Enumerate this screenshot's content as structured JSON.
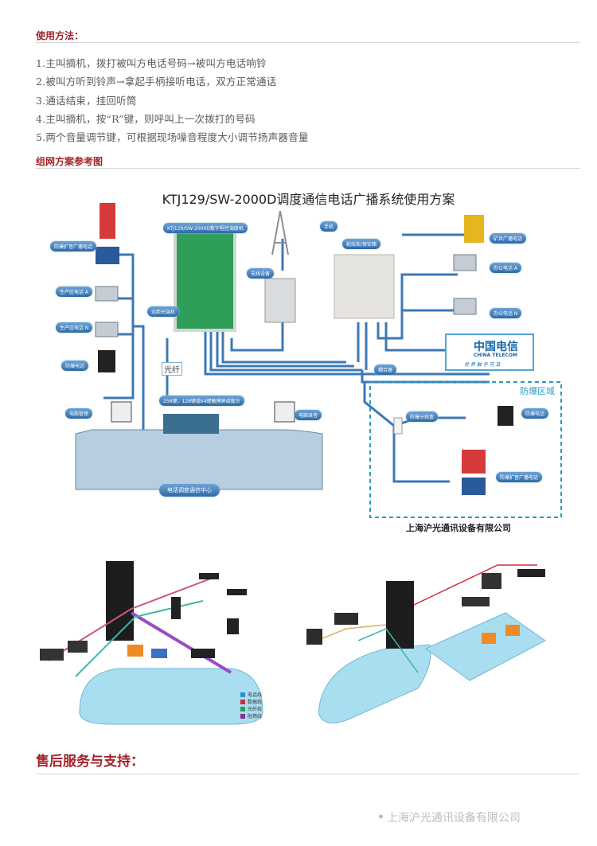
{
  "usage": {
    "heading": "使用方法：",
    "steps": [
      "1.主叫摘机，拨打被叫方电话号码→被叫方电话响铃",
      "2.被叫方听到铃声→拿起手柄接听电话，双方正常通话",
      "3.通话结束，挂回听筒",
      "4.主叫摘机，按“R”键，则呼叫上一次拨打的号码",
      "5.两个音量调节键，可根据现场噪音程度大小调节扬声器音量"
    ]
  },
  "network": {
    "heading": "组网方案参考图",
    "diagram_title": "KTJ129/SW-2000D调度通信电话广播系统使用方案",
    "labels": {
      "switch": "KTJ129/SW-2000D数字程控调度机",
      "ex_broadcast_phone": "防爆扩音广播电话",
      "prod_phone_a": "生产区电话 A",
      "prod_phone_n": "生产区电话 N",
      "ex_phone": "防爆电话",
      "remote_optical": "远距光端机",
      "wireless": "无线设备",
      "mobile": "手机",
      "mdf": "配线架/保安箱",
      "mine_broadcast": "矿井广播电话",
      "office_a": "办公电话 A",
      "office_n": "办公电话 N",
      "fiber": "光纤",
      "console": "256键、128键或64键触摸屏调度台",
      "pc_mgmt": "电脑管理",
      "pc_record": "电脑录音",
      "dispatch_center": "电话调度通信中心",
      "coupler": "耦合器",
      "ex_zone": "防爆区域",
      "ex_splitter": "防爆分线盒",
      "ex_phone2": "防爆电话",
      "ex_broadcast2": "防爆扩音广播电话",
      "company": "上海沪光通讯设备有限公司",
      "telecom_cn": "中国电信",
      "telecom_en": "CHINA TELECOM",
      "telecom_slogan": "世 界 触 手 可 及"
    },
    "legend": [
      {
        "label": "电话线",
        "color": "#2a8fd0"
      },
      {
        "label": "数据线",
        "color": "#d0283a"
      },
      {
        "label": "光纤线",
        "color": "#23a35a"
      },
      {
        "label": "阻燃线",
        "color": "#8e2b8e"
      }
    ]
  },
  "aftersales": {
    "heading": "售后服务与支持："
  },
  "footer": {
    "watermark": "上海沪光通讯设备有限公司"
  },
  "colors": {
    "heading": "#a3222b",
    "line_blue": "#3b79b5"
  }
}
